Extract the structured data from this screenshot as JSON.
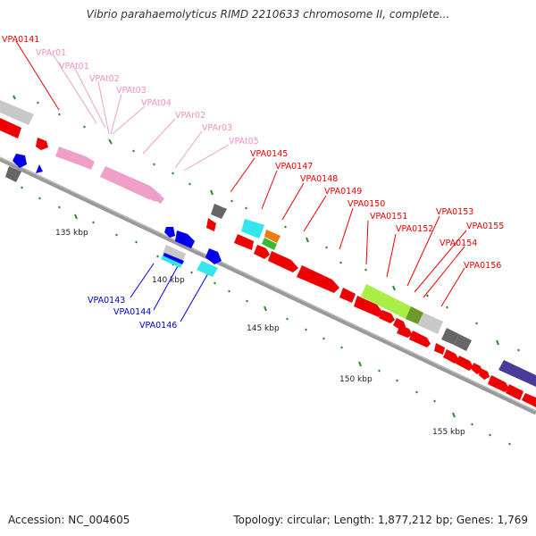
{
  "title": "Vibrio parahaemolyticus RIMD 2210633 chromosome II, complete...",
  "footer": {
    "accession_label": "Accession:",
    "accession": "NC_004605",
    "topology_label": "Topology:",
    "topology": "circular",
    "length_label": "Length:",
    "length": "1,877,212 bp",
    "genes_label": "Genes:",
    "genes": "1,769"
  },
  "ticks": [
    "135 kbp",
    "140 kbp",
    "145 kbp",
    "150 kbp",
    "155 kbp"
  ],
  "colors": {
    "cds": "#ee0000",
    "rna": "#f0a0c8",
    "rna_label": "#f090c0",
    "reverse": "#0000ee",
    "cyan": "#33e6ee",
    "light_gray": "#c8c8c8",
    "dark_gray": "#666666",
    "lime": "#a8ee44",
    "olive": "#6a9a28",
    "orange": "#ee7a10",
    "green": "#33bb33",
    "navy": "#4a3a9a",
    "backbone": "#999999"
  },
  "labels_upper": [
    "VPA0141",
    "VPAr01",
    "VPAt01",
    "VPAt02",
    "VPAt03",
    "VPAt04",
    "VPAr02",
    "VPAr03",
    "VPAt05",
    "VPA0145",
    "VPA0147",
    "VPA0148",
    "VPA0149",
    "VPA0150",
    "VPA0151",
    "VPA0152",
    "VPA0153",
    "VPA0155",
    "VPA0154",
    "VPA0156"
  ],
  "labels_lower": [
    "VPA0143",
    "VPA0144",
    "VPA0146"
  ]
}
